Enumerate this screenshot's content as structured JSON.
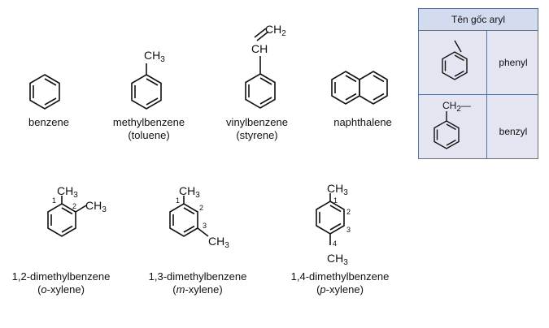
{
  "molecules": {
    "benzene": {
      "name": "benzene"
    },
    "toluene": {
      "name": "methylbenzene",
      "common": "(toluene)",
      "group": "CH",
      "group_sub": "3"
    },
    "styrene": {
      "name": "vinylbenzene",
      "common": "(styrene)",
      "group_top": "CH",
      "group_top_sub": "2",
      "group_mid": "CH"
    },
    "naphthalene": {
      "name": "naphthalene"
    },
    "o_xylene": {
      "name": "1,2-dimethylbenzene",
      "common_pre": "(",
      "common_italic": "o",
      "common_post": "-xylene)",
      "group": "CH",
      "group_sub": "3",
      "n1": "1",
      "n2": "2"
    },
    "m_xylene": {
      "name": "1,3-dimethylbenzene",
      "common_pre": "(",
      "common_italic": "m",
      "common_post": "-xylene)",
      "group": "CH",
      "group_sub": "3",
      "n1": "1",
      "n2": "2",
      "n3": "3"
    },
    "p_xylene": {
      "name": "1,4-dimethylbenzene",
      "common_pre": "(",
      "common_italic": "p",
      "common_post": "-xylene)",
      "group": "CH",
      "group_sub": "3",
      "n1": "1",
      "n2": "2",
      "n3": "3",
      "n4": "4"
    }
  },
  "aryl_table": {
    "header": "Tên gốc aryl",
    "rows": [
      {
        "name": "phenyl"
      },
      {
        "name": "benzyl",
        "group": "CH",
        "group_sub": "2",
        "group_tail": "—"
      }
    ]
  }
}
